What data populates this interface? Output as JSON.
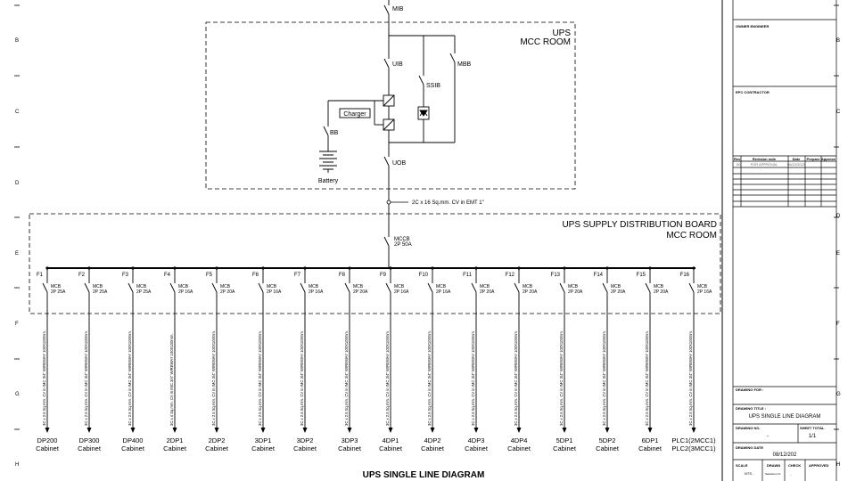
{
  "zone_letters_left": [
    "B",
    "C",
    "D",
    "E",
    "F",
    "G",
    "H"
  ],
  "zone_letters_right": [
    "B",
    "C",
    "D",
    "E",
    "F",
    "G",
    "H"
  ],
  "ups_room": {
    "title": "UPS",
    "subtitle": "MCC ROOM"
  },
  "board": {
    "title": "UPS SUPPLY DISTRIBUTION BOARD",
    "subtitle": "MCC ROOM"
  },
  "labels": {
    "mib": "MIB",
    "uib": "UIB",
    "mbb": "MBB",
    "ssib": "SSIB",
    "charger": "Charger",
    "bb": "BB",
    "battery": "Battery",
    "uob": "UOB",
    "main_cable": "2C x 16 Sq.mm. CV in EMT 1\"",
    "main_mcb": "MCCB",
    "main_mcb_rating": "2P 50A",
    "mcb": "MCB"
  },
  "feeders": [
    {
      "id": "F1",
      "rating": "2P 25A",
      "cable": "3C x 2.5 Sq.mm. CV in IMC 3/4\" WIREWAY 100X100mm.",
      "load": "DP200",
      "type": "Cabinet"
    },
    {
      "id": "F2",
      "rating": "2P 25A",
      "cable": "3C x 2.5 Sq.mm. CV in IMC 3/4\" WIREWAY 100X100mm.",
      "load": "DP300",
      "type": "Cabinet"
    },
    {
      "id": "F3",
      "rating": "2P 25A",
      "cable": "3C x 2.5 Sq.mm. CV in IMC 3/4\" WIREWAY 100X100mm.",
      "load": "DP400",
      "type": "Cabinet"
    },
    {
      "id": "F4",
      "rating": "2P 16A",
      "cable": "3C x 4 Sq.mm. CV in IMC 3/4\" WIREWAY 100X100mm.",
      "load": "2DP1",
      "type": "Cabinet"
    },
    {
      "id": "F5",
      "rating": "2P 20A",
      "cable": "3C x 2.5 Sq.mm. CV in IMC 3/4\" WIREWAY 100X100mm.",
      "load": "2DP2",
      "type": "Cabinet"
    },
    {
      "id": "F6",
      "rating": "2P 16A",
      "cable": "3C x 2.5 Sq.mm. CV in IMC 3/4\" WIREWAY 100X100mm.",
      "load": "3DP1",
      "type": "Cabinet"
    },
    {
      "id": "F7",
      "rating": "2P 16A",
      "cable": "3C x 2.5 Sq.mm. CV in IMC 3/4\" WIREWAY 100X100mm.",
      "load": "3DP2",
      "type": "Cabinet"
    },
    {
      "id": "F8",
      "rating": "2P 20A",
      "cable": "3C x 2.5 Sq.mm. CV in IMC 3/4\" WIREWAY 100X100mm.",
      "load": "3DP3",
      "type": "Cabinet"
    },
    {
      "id": "F9",
      "rating": "2P 16A",
      "cable": "3C x 2.5 Sq.mm. CV in IMC 3/4\" WIREWAY 100X100mm.",
      "load": "4DP1",
      "type": "Cabinet"
    },
    {
      "id": "F10",
      "rating": "2P 16A",
      "cable": "3C x 2.5 Sq.mm. CV in IMC 3/4\" WIREWAY 100X100mm.",
      "load": "4DP2",
      "type": "Cabinet"
    },
    {
      "id": "F11",
      "rating": "2P 20A",
      "cable": "3C x 2.5 Sq.mm. CV in IMC 3/4\" WIREWAY 100X100mm.",
      "load": "4DP3",
      "type": "Cabinet"
    },
    {
      "id": "F12",
      "rating": "2P 20A",
      "cable": "3C x 2.5 Sq.mm. CV in IMC 3/4\" WIREWAY 100X100mm.",
      "load": "4DP4",
      "type": "Cabinet"
    },
    {
      "id": "F13",
      "rating": "2P 20A",
      "cable": "3C x 2.5 Sq.mm. CV in IMC 3/4\" WIREWAY 100X100mm.",
      "load": "5DP1",
      "type": "Cabinet"
    },
    {
      "id": "F14",
      "rating": "2P 20A",
      "cable": "3C x 2.5 Sq.mm. CV in IMC 3/4\" WIREWAY 100X100mm.",
      "load": "5DP2",
      "type": "Cabinet"
    },
    {
      "id": "F15",
      "rating": "2P 20A",
      "cable": "3C x 2.5 Sq.mm. CV in IMC 3/4\" WIREWAY 100X100mm.",
      "load": "6DP1",
      "type": "Cabinet"
    },
    {
      "id": "F16",
      "rating": "2P 16A",
      "cable": "3C x 2.5 Sq.mm. CV in IMC 3/4\" WIREWAY 100X100mm.",
      "load": "PLC1(2MCC1)",
      "type": "PLC2(3MCC1)"
    }
  ],
  "drawing_title": "UPS SINGLE LINE DIAGRAM",
  "title_block": {
    "owner_engineer": "OWNER ENGINEER",
    "epc_contractor": "EPC CONTRACTOR",
    "rev_headers": [
      "Rev",
      "Revision note",
      "Date",
      "Prepare",
      "Approve"
    ],
    "rev_row": [
      "00",
      "FOR APPROVAL",
      "06/12/2023",
      "",
      ""
    ],
    "drawing_for": "DRAWING FOR :",
    "drawing_title_label": "DRAWING TITLE :",
    "drawing_title_value": "UPS SINGLE LINE DIAGRAM",
    "drawing_no_label": "DRAWING NO.",
    "drawing_no_value": "-",
    "sheet_total_label": "SHEET TOTAL",
    "sheet_total_value": "1/1",
    "drawing_date_label": "DRAWING DATE",
    "drawing_date_value": "08/12/202",
    "scale_label": "SCALE",
    "scale_value": "NTS.",
    "drawn_label": "DRAWN",
    "drawn_value": "Sasiwimon K.",
    "check_label": "CHECK",
    "check_value": "-",
    "approved_label": "APPROVED"
  }
}
